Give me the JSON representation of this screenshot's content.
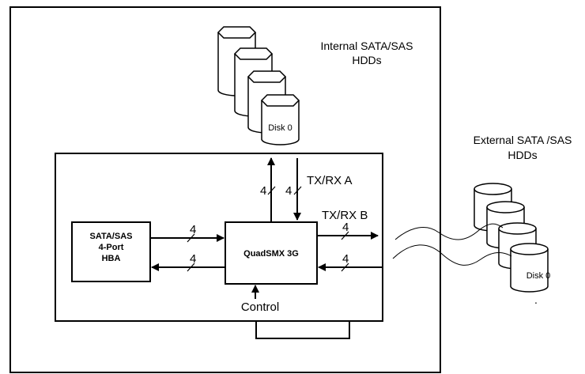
{
  "internal_hdds": {
    "label_line1": "Internal SATA/SAS",
    "label_line2": "HDDs",
    "first_disk_label": "Disk 0"
  },
  "external_hdds": {
    "label_line1": "External SATA /SAS",
    "label_line2": "HDDs",
    "first_disk_label": "Disk 0",
    "continuation_mark": "."
  },
  "hba": {
    "line1": "SATA/SAS",
    "line2": "4-Port",
    "line3": "HBA"
  },
  "mux": {
    "label": "QuadSMX 3G"
  },
  "links": {
    "txrx_a": "TX/RX A",
    "txrx_b": "TX/RX B",
    "control": "Control",
    "lane_count": "4"
  },
  "colors": {
    "stroke": "#000000",
    "fill": "#ffffff"
  }
}
